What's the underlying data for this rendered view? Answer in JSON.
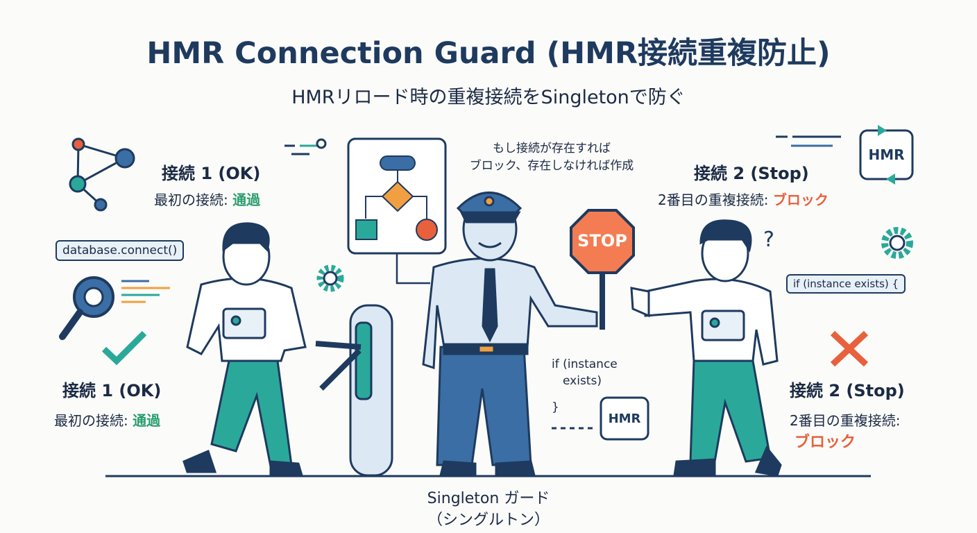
{
  "title": "HMR Connection Guard (HMR接続重複防止)",
  "subtitle": "HMRリロード時の重複接続をSingletonで防ぐ",
  "left": {
    "heading": "接続 1 (OK)",
    "desc_prefix": "最初の接続: ",
    "desc_status": "通過",
    "code": "database.connect()",
    "heading_lower": "接続 1 (OK)",
    "desc_prefix_lower": "最初の接続: ",
    "desc_status_lower": "通過"
  },
  "center": {
    "speech_line1": "もし接続が存在すれば",
    "speech_line2": "ブロック、存在しなければ作成",
    "stop_sign": "STOP",
    "code_line1": "if (instance",
    "code_line2": "exists)",
    "code_line3": "}",
    "hmr_badge": "HMR",
    "guard_label": "Singleton ガード",
    "guard_sub": "（シングルトン）"
  },
  "right": {
    "heading": "接続 2 (Stop)",
    "desc_prefix": "2番目の重複接続: ",
    "desc_status": "ブロック",
    "hmr_icon": "HMR",
    "code": "if (instance exists) {",
    "question": "?",
    "heading_lower": "接続 2 (Stop)",
    "desc_prefix_lower": "2番目の重複接続:",
    "desc_status_lower": "ブロック"
  },
  "colors": {
    "navy": "#1e3a5f",
    "ok": "#2a9d6e",
    "block": "#e8603c",
    "teal": "#2aa99a",
    "blue": "#3a6ea5"
  }
}
